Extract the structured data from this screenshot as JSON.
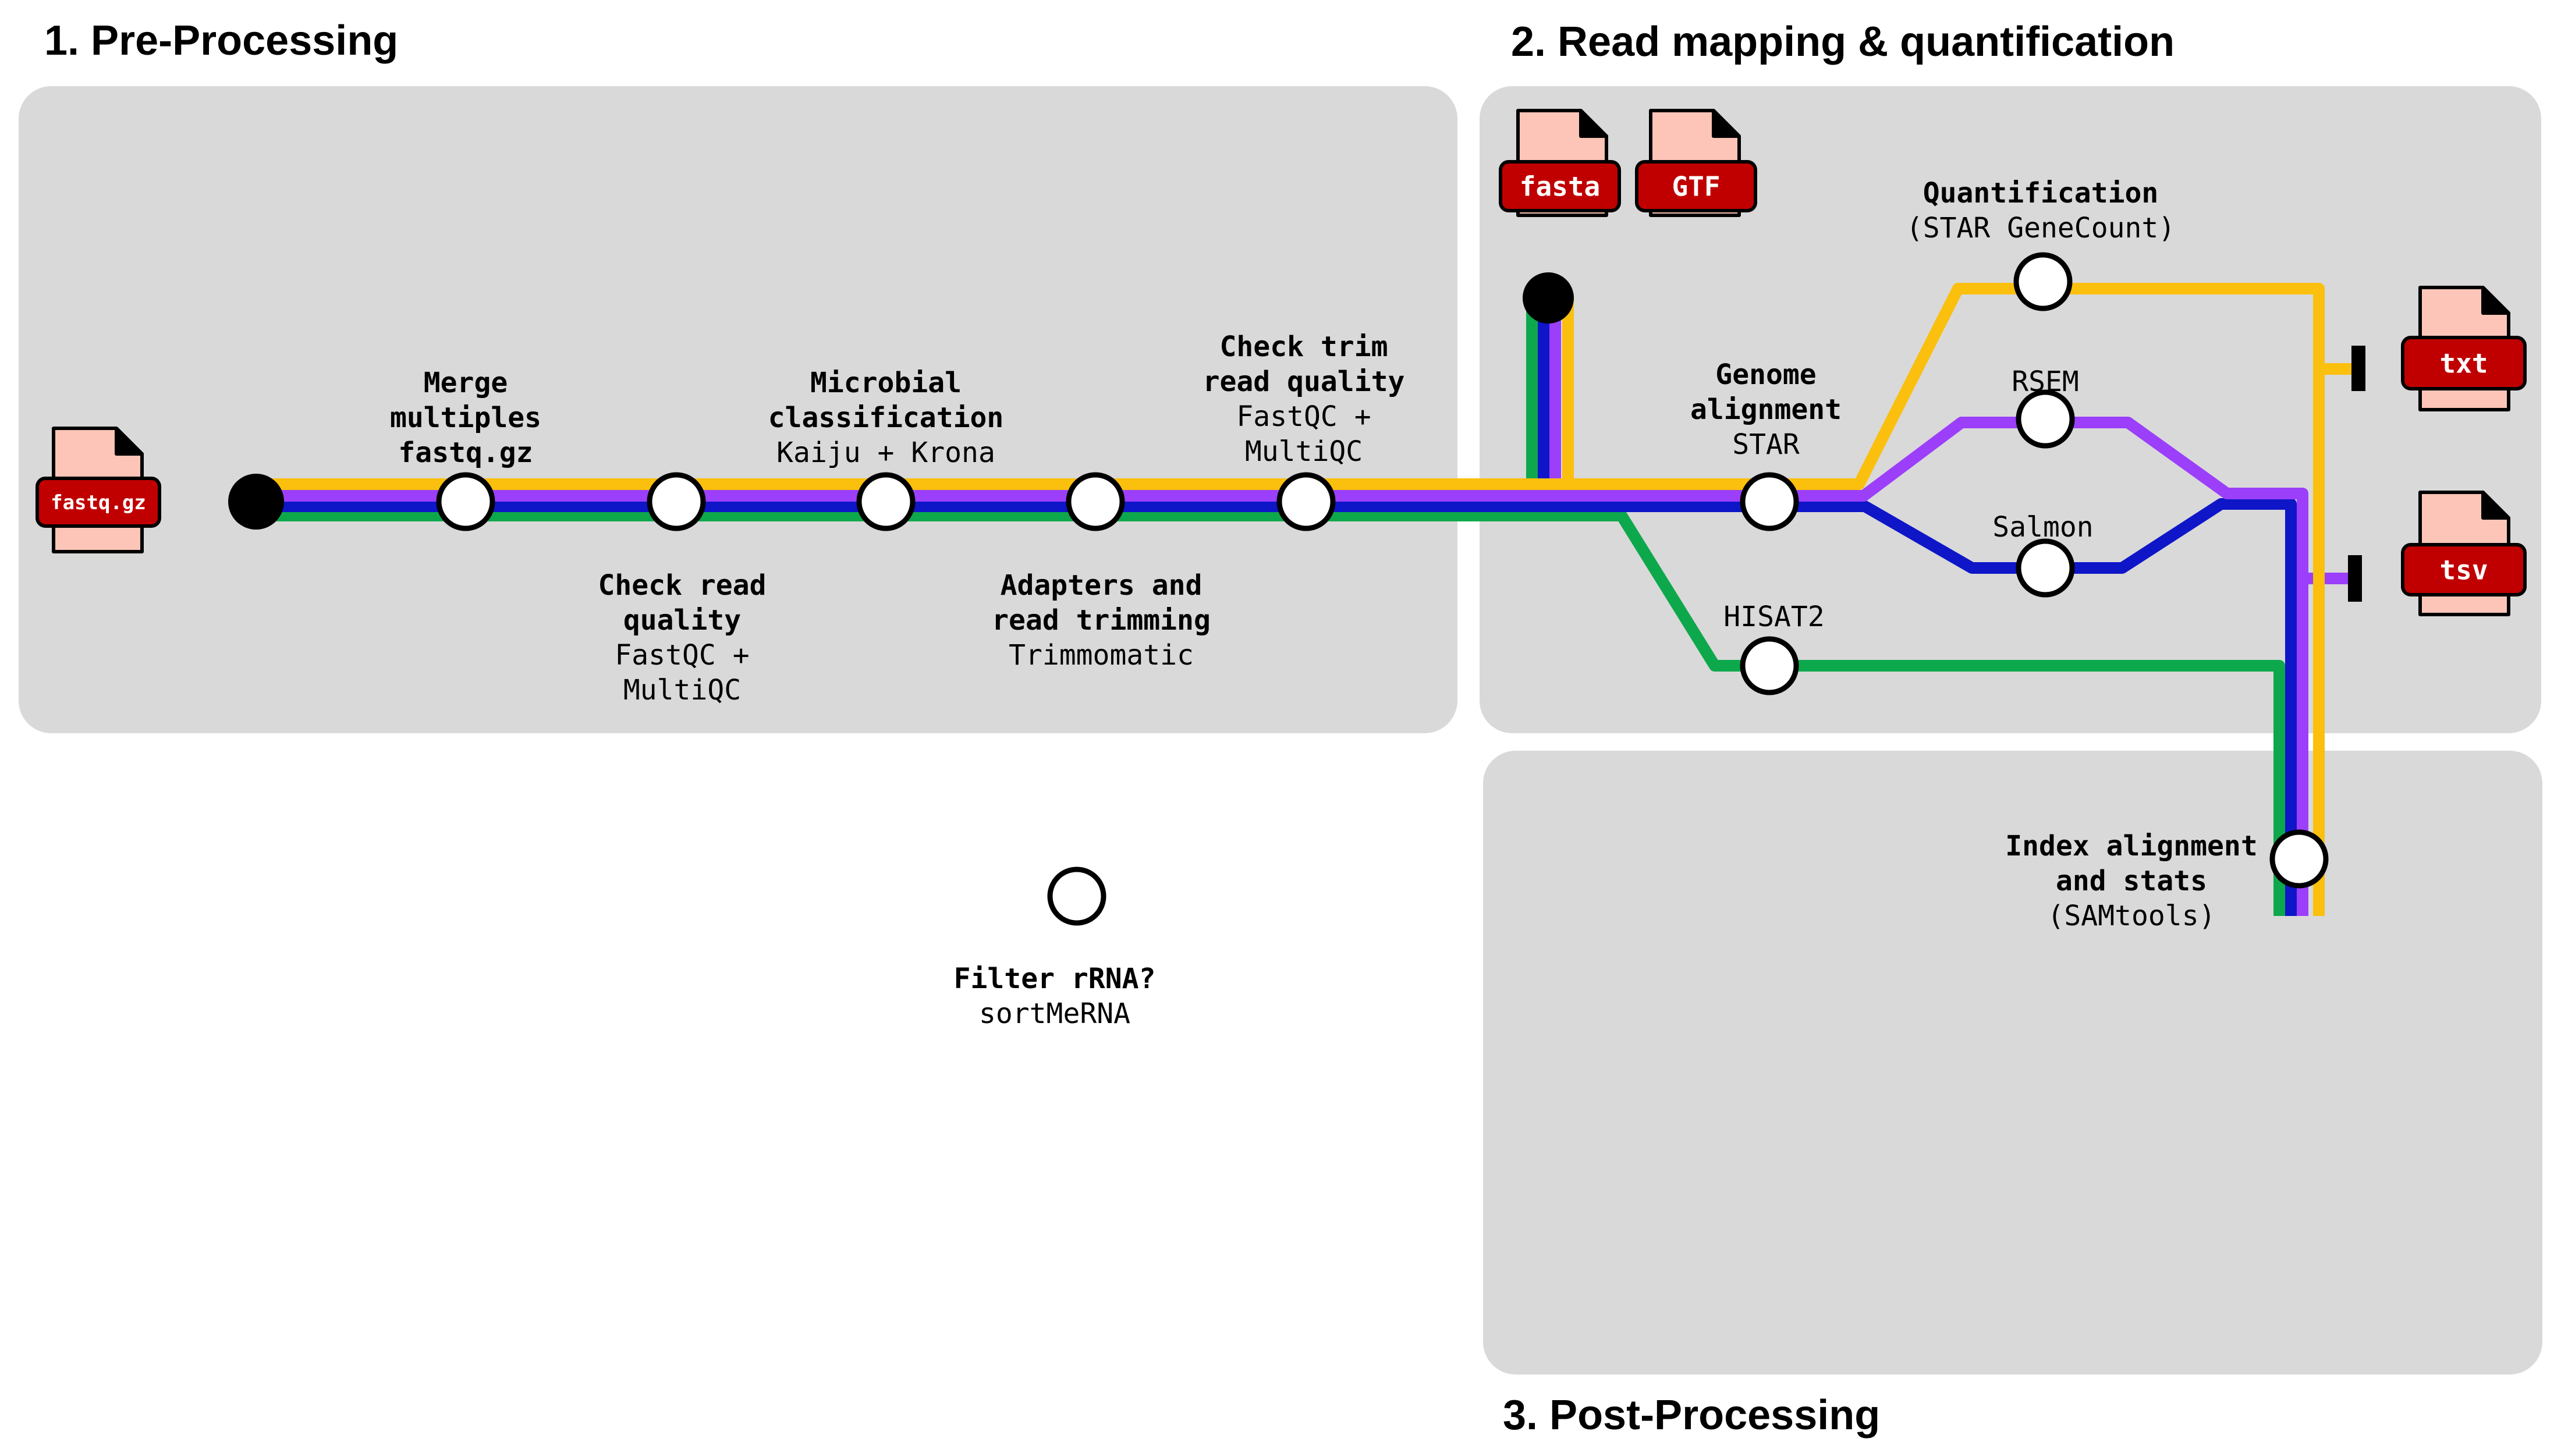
{
  "sections": {
    "pre": "1. Pre-Processing",
    "map": "2. Read mapping & quantification",
    "post": "3. Post-Processing"
  },
  "colors": {
    "panel": "#d9d9d9",
    "orange": "#fbbf0d",
    "purple": "#9b3ffa",
    "blue": "#0e16c8",
    "green": "#0ea84c",
    "file_badge": "#c00000",
    "file_page": "#fcc5b8"
  },
  "files": {
    "fastq": "fastq.gz",
    "fasta": "fasta",
    "gtf": "GTF",
    "txt": "txt",
    "tsv": "tsv"
  },
  "steps": {
    "merge": {
      "title": [
        "Merge",
        "multiples",
        "fastq.gz"
      ],
      "tool": []
    },
    "check_read": {
      "title": [
        "Check read",
        "quality"
      ],
      "tool": [
        "FastQC +",
        "MultiQC"
      ]
    },
    "microbial": {
      "title": [
        "Microbial",
        "classification"
      ],
      "tool": [
        "Kaiju + Krona"
      ]
    },
    "adapters": {
      "title": [
        "Adapters and",
        "read trimming"
      ],
      "tool": [
        "Trimmomatic"
      ]
    },
    "check_trim": {
      "title": [
        "Check trim",
        "read quality"
      ],
      "tool": [
        "FastQC +",
        "MultiQC"
      ]
    },
    "filter_rrna": {
      "title": [
        "Filter rRNA?"
      ],
      "tool": [
        "sortMeRNA"
      ]
    },
    "genome_alignment": {
      "title": [
        "Genome",
        "alignment"
      ],
      "tool": [
        "STAR"
      ]
    },
    "quantification": {
      "title": [
        "Quantification"
      ],
      "tool": [
        "(STAR GeneCount)"
      ]
    },
    "rsem": {
      "title": [],
      "tool": [
        "RSEM"
      ]
    },
    "salmon": {
      "title": [],
      "tool": [
        "Salmon"
      ]
    },
    "hisat2": {
      "title": [],
      "tool": [
        "HISAT2"
      ]
    },
    "index_alignment": {
      "title": [
        "Index alignment",
        "and stats"
      ],
      "tool": [
        "(SAMtools)"
      ]
    }
  }
}
